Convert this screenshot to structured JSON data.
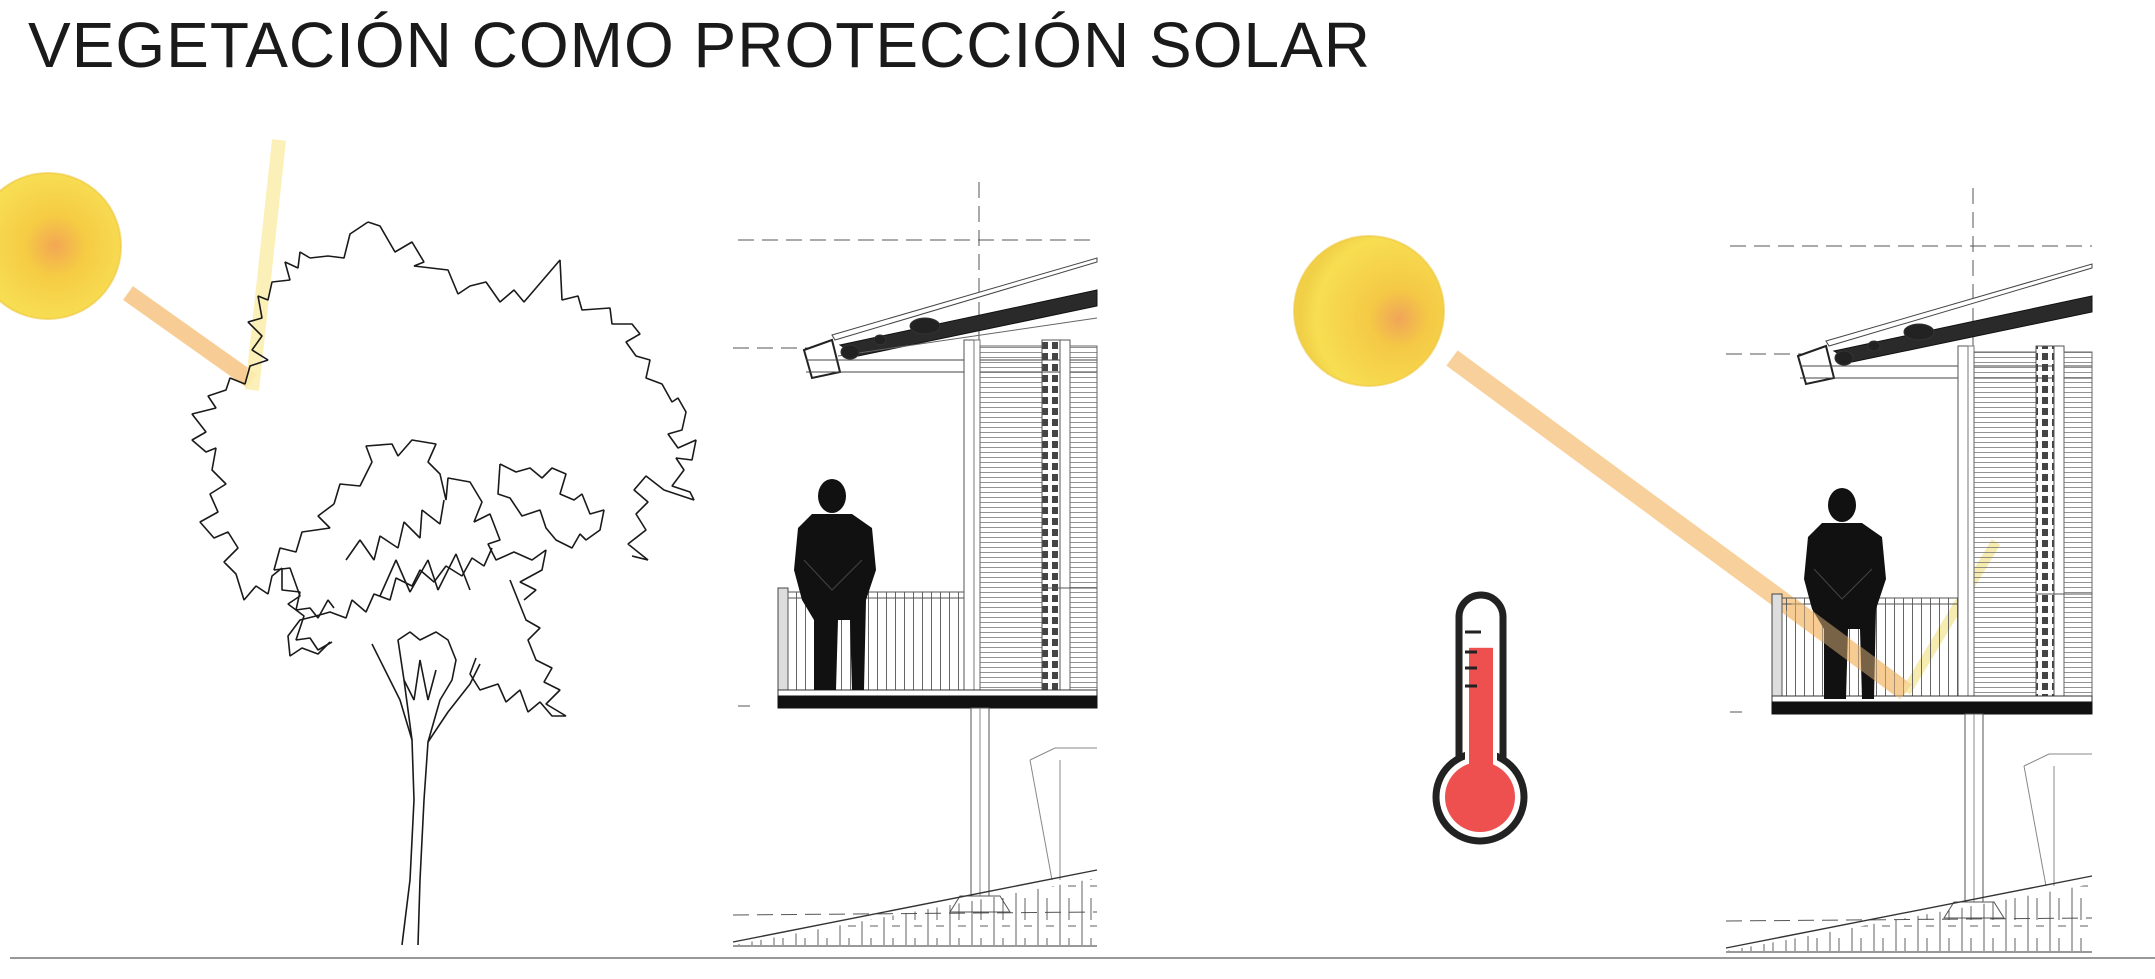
{
  "title": "VEGETACIÓN COMO PROTECCIÓN SOLAR",
  "colors": {
    "sun_fill": "#F6D437",
    "sun_center": "#F0A04A",
    "direct_ray": "#F7C88A",
    "filtered_ray": "#FBEFB0",
    "reflected_ray": "#F6EBA8",
    "thermometer_red": "#EE4F4F",
    "line": "#1a1a1a",
    "silhouette": "#111111"
  },
  "icons": {
    "sun": "sun-icon",
    "tree": "tree-icon",
    "person": "person-silhouette-icon",
    "thermometer": "thermometer-icon"
  },
  "panels": [
    {
      "name": "shaded-by-vegetation",
      "elements": [
        "sun",
        "tree",
        "house-section",
        "person"
      ]
    },
    {
      "name": "direct-sun-exposure",
      "elements": [
        "sun",
        "house-section",
        "person",
        "thermometer"
      ]
    }
  ],
  "thermometer_level": 0.78
}
